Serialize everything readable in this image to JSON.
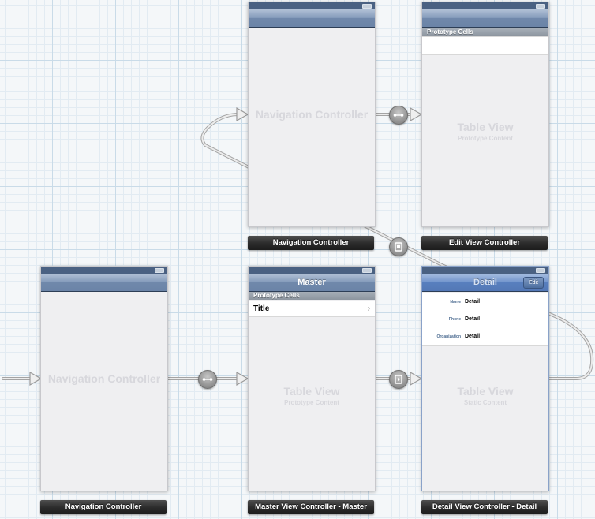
{
  "scenes": {
    "nav_top": {
      "watermark": "Navigation Controller",
      "label": "Navigation Controller"
    },
    "edit": {
      "section_header": "Prototype Cells",
      "watermark": "Table View",
      "watermark_sub": "Prototype Content",
      "label": "Edit View Controller"
    },
    "nav_bottom": {
      "watermark": "Navigation Controller",
      "label": "Navigation Controller"
    },
    "master": {
      "nav_title": "Master",
      "section_header": "Prototype Cells",
      "cell_title": "Title",
      "watermark": "Table View",
      "watermark_sub": "Prototype Content",
      "label": "Master View Controller - Master"
    },
    "detail": {
      "nav_title": "Detail",
      "edit_button": "Edit",
      "rows": [
        {
          "label": "Name",
          "value": "Detail"
        },
        {
          "label": "Phone",
          "value": "Detail"
        },
        {
          "label": "Organization",
          "value": "Detail"
        }
      ],
      "watermark": "Table View",
      "watermark_sub": "Static Content",
      "label": "Detail View Controller - Detail"
    }
  },
  "segues": [
    {
      "kind": "relationship",
      "icon": "relationship-segue-icon"
    },
    {
      "kind": "relationship",
      "icon": "relationship-segue-icon"
    },
    {
      "kind": "modal",
      "icon": "modal-segue-icon"
    },
    {
      "kind": "push",
      "icon": "push-segue-icon"
    }
  ],
  "colors": {
    "canvas": "#f4f7f9",
    "grid_major": "#c9dbe8",
    "grid_minor": "#e2ebf2",
    "nav_bar": "#7088ab",
    "selected_nav_bar": "#587fbe",
    "scene_label": "#2a2a2a",
    "connector": "#b9b9b9"
  }
}
